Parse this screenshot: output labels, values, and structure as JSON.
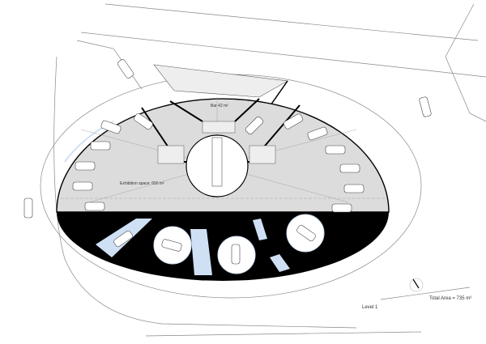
{
  "labels": {
    "bar": "Bar 42 m²",
    "exhibition": "Exhibition space: 650 m²",
    "total_area": "Total Area = 735 m²",
    "level": "Level 1"
  },
  "colors": {
    "floor_gray": "#dcdcdc",
    "black_zone": "#000000",
    "glass_blue": "#cfe0f5",
    "line": "#555555"
  },
  "icons": [
    "north-arrow-icon",
    "car-icon"
  ]
}
